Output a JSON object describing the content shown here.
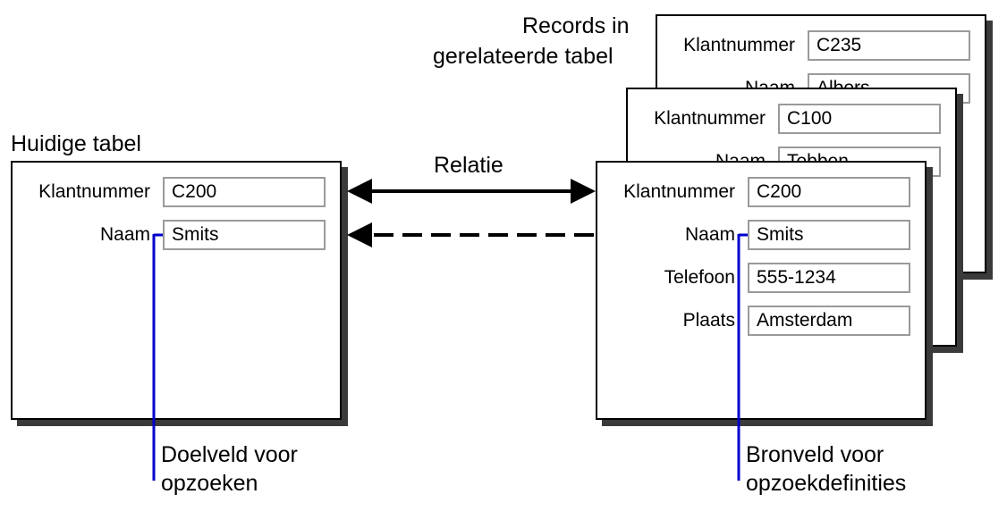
{
  "current_table": {
    "title": "Huidige tabel",
    "fields": [
      {
        "label": "Klantnummer",
        "value": "C200"
      },
      {
        "label": "Naam",
        "value": "Smits"
      }
    ]
  },
  "related_table": {
    "title_line1": "Records in",
    "title_line2": "gerelateerde tabel",
    "records": [
      {
        "fields": [
          {
            "label": "Klantnummer",
            "value": "C235"
          },
          {
            "label": "Naam",
            "value": "Albers"
          }
        ]
      },
      {
        "fields": [
          {
            "label": "Klantnummer",
            "value": "C100"
          },
          {
            "label": "Naam",
            "value": "Tebben"
          }
        ]
      },
      {
        "fields": [
          {
            "label": "Klantnummer",
            "value": "C200"
          },
          {
            "label": "Naam",
            "value": "Smits"
          },
          {
            "label": "Telefoon",
            "value": "555-1234"
          },
          {
            "label": "Plaats",
            "value": "Amsterdam"
          }
        ]
      }
    ]
  },
  "relation_label": "Relatie",
  "target_caption": {
    "line1": "Doelveld voor",
    "line2": "opzoeken"
  },
  "source_caption": {
    "line1": "Bronveld voor",
    "line2": "opzoekdefinities"
  },
  "colors": {
    "pointer_line": "#0000cc",
    "shadow": "#3a3a3a",
    "field_border": "#9a9a9a"
  }
}
